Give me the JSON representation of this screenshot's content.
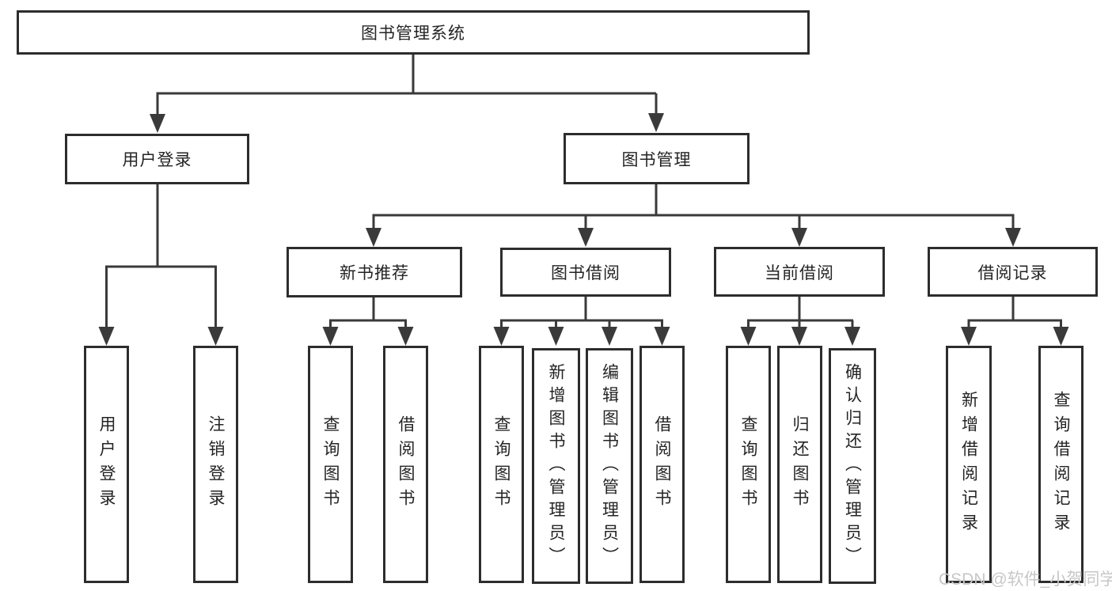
{
  "diagram": {
    "nodes": {
      "root": {
        "label": "图书管理系统"
      },
      "user_login": {
        "label": "用户登录"
      },
      "book_mgmt": {
        "label": "图书管理"
      },
      "new_book_rec": {
        "label": "新书推荐"
      },
      "book_borrow": {
        "label": "图书借阅"
      },
      "current_borrow": {
        "label": "当前借阅"
      },
      "borrow_record": {
        "label": "借阅记录"
      },
      "login": {
        "label": "用户登录"
      },
      "logout": {
        "label": "注销登录"
      },
      "rec_query_book": {
        "label": "查询图书"
      },
      "rec_borrow_book": {
        "label": "借阅图书"
      },
      "borrow_query_book": {
        "label": "查询图书"
      },
      "borrow_add_book": {
        "label": "新增图书（管理员）"
      },
      "borrow_edit_book": {
        "label": "编辑图书（管理员）"
      },
      "borrow_borrow_book": {
        "label": "借阅图书"
      },
      "current_query_book": {
        "label": "查询图书"
      },
      "current_return_book": {
        "label": "归还图书"
      },
      "current_confirm_return": {
        "label": "确认归还（管理员）"
      },
      "record_add": {
        "label": "新增借阅记录"
      },
      "record_query": {
        "label": "查询借阅记录"
      }
    },
    "watermark": {
      "text": "CSDN @软件_小贺同学"
    },
    "colors": {
      "line": "#3a3a3a",
      "box_border": "#2d2d2d",
      "text": "#242424",
      "watermark": "#c7c7c7",
      "background": "#ffffff"
    }
  }
}
